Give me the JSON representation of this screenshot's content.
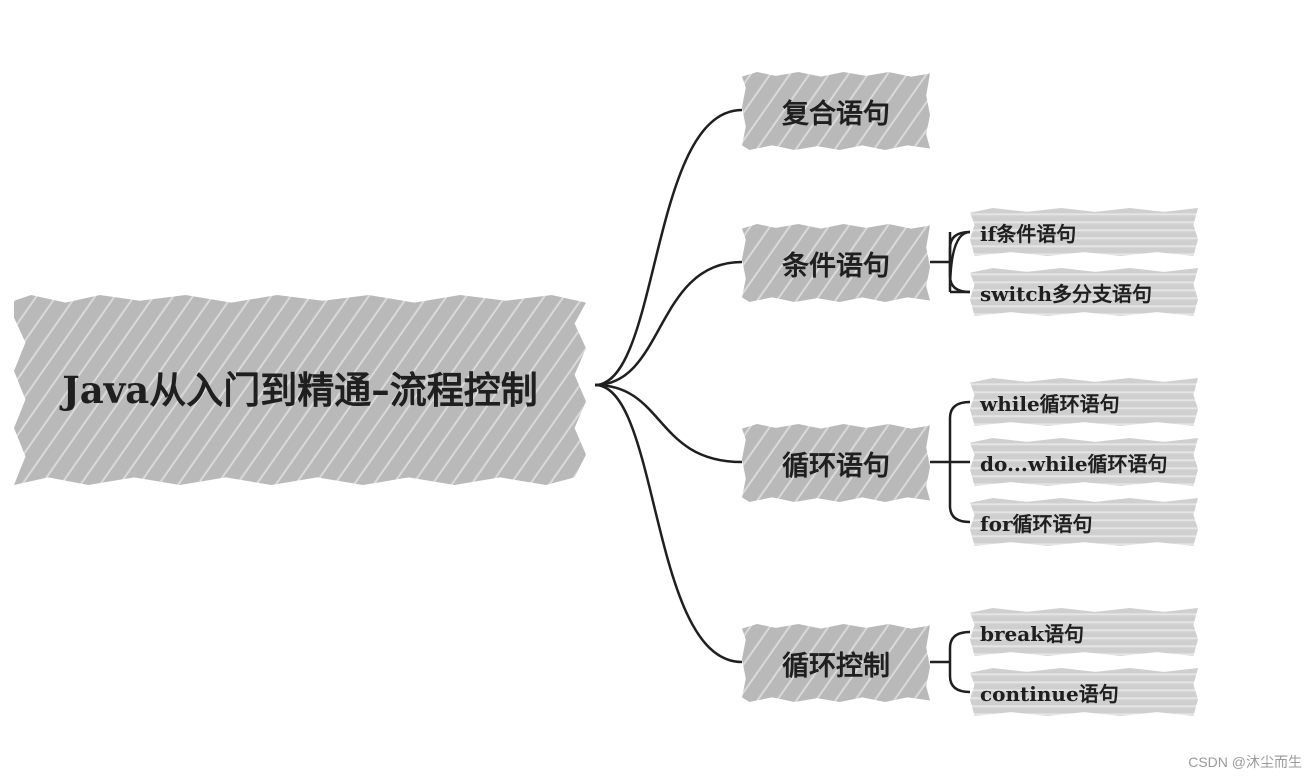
{
  "root": {
    "label": "Java从入门到精通–流程控制"
  },
  "branches": [
    {
      "label": "复合语句",
      "children": []
    },
    {
      "label": "条件语句",
      "children": [
        "if条件语句",
        "switch多分支语句"
      ]
    },
    {
      "label": "循环语句",
      "children": [
        "while循环语句",
        "do...while循环语句",
        "for循环语句"
      ]
    },
    {
      "label": "循环控制",
      "children": [
        "break语句",
        "continue语句"
      ]
    }
  ],
  "watermark": "CSDN @沐尘而生",
  "colors": {
    "line": "#1f1f1f",
    "node_fill": "#b9b9b9",
    "leaf_fill": "#cfcfcf",
    "text": "#1f1f1f"
  }
}
